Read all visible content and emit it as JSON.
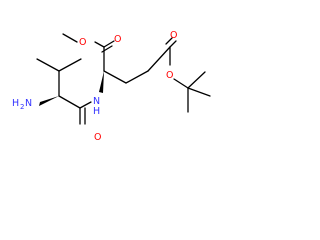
{
  "molecule": {
    "atoms": {
      "O_ester_methoxy": "O",
      "O_ester_carbonyl": "O",
      "O_tbu_carbonyl": "O",
      "O_tbu_ether": "O",
      "O_amide": "O",
      "NH_amide": "N",
      "NH_amide_h": "H",
      "NH2_n": "H",
      "NH2_sub": "2",
      "NH2_h": "N"
    },
    "colors": {
      "bond": "#000000",
      "oxygen": "#ff0000",
      "nitrogen": "#3333ff"
    }
  }
}
